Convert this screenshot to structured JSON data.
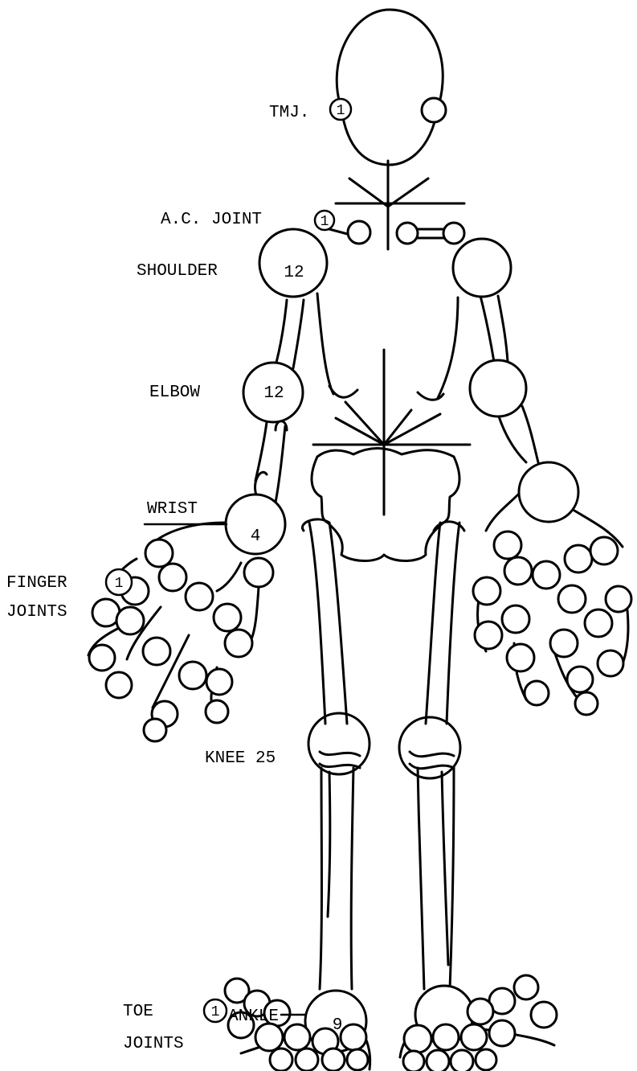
{
  "labels": {
    "tmj": "TMJ.",
    "ac_joint": "A.C. JOINT",
    "shoulder": "SHOULDER",
    "elbow": "ELBOW",
    "wrist": "WRIST",
    "finger_line1": "FINGER",
    "finger_line2": "JOINTS",
    "knee": "KNEE 25",
    "ankle": "ANKLE",
    "toe_line1": "TOE",
    "toe_line2": "JOINTS"
  },
  "counts": {
    "tmj": "1",
    "ac_joint": "1",
    "shoulder": "12",
    "elbow": "12",
    "wrist": "4",
    "finger": "1",
    "ankle": "9",
    "toe": "1"
  }
}
